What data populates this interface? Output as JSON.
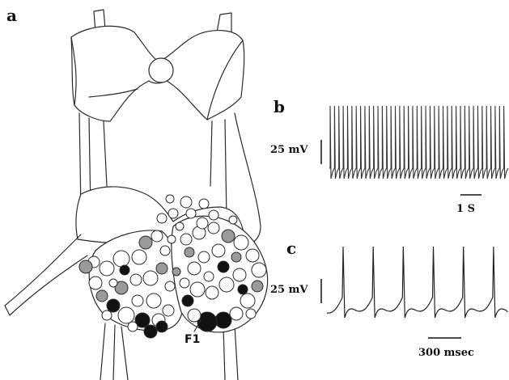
{
  "panels": {
    "a": "a",
    "b": "b",
    "c": "c"
  },
  "cell_label": "F1",
  "trace_b": {
    "amplitude_scale": "25 mV",
    "time_scale": "1 S",
    "spike_count": 41,
    "colors": {
      "trace": "#333333",
      "fast": "#111111"
    }
  },
  "trace_c": {
    "amplitude_scale": "25 mV",
    "time_scale": "300 msec",
    "spike_count": 6,
    "colors": {
      "trace": "#222222"
    }
  },
  "ganglion": {
    "colors": {
      "outline": "#2a2a2a",
      "dark_neuron": "#111111",
      "grey_neuron": "#9a9a9a",
      "light_neuron": "#ffffff"
    }
  }
}
